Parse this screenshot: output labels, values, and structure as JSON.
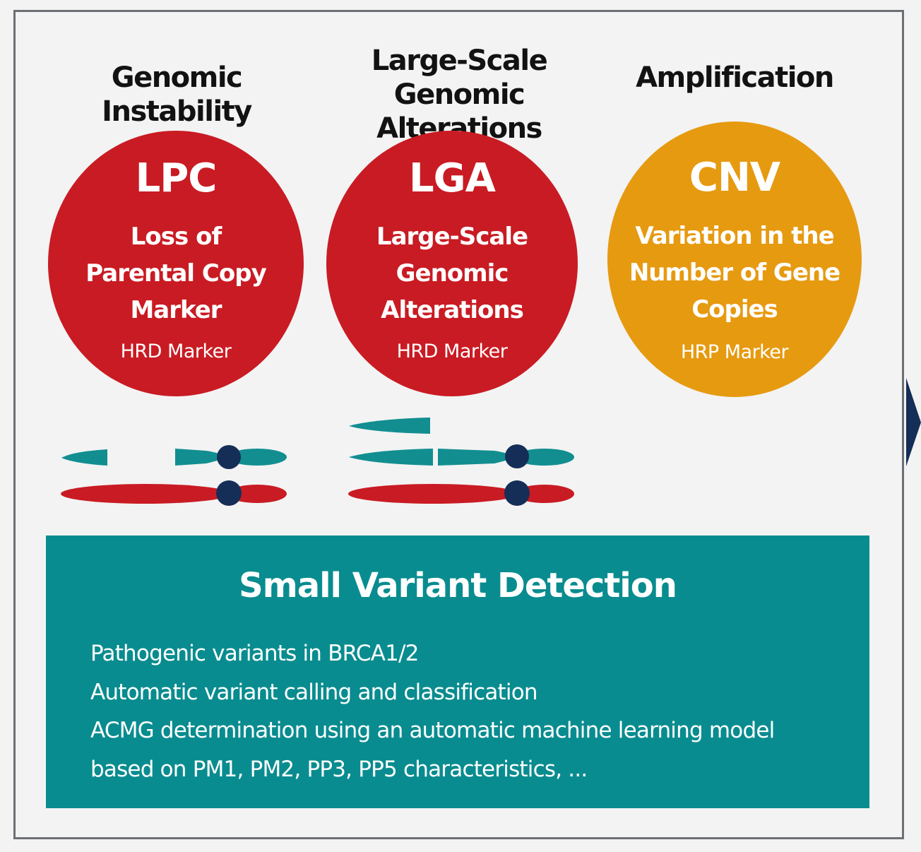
{
  "columns": [
    {
      "heading": "Genomic Instability",
      "abbr": "LPC",
      "full_name": "Loss of\nParental Copy\nMarker",
      "marker": "HRD Marker",
      "color": "#c91b23"
    },
    {
      "heading": "Large-Scale\nGenomic Alterations",
      "abbr": "LGA",
      "full_name": "Large-Scale\nGenomic\nAlterations",
      "marker": "HRD Marker",
      "color": "#c91b23"
    },
    {
      "heading": "Amplification",
      "abbr": "CNV",
      "full_name": "Variation in the\nNumber of Gene\nCopies",
      "marker": "HRP Marker",
      "color": "#e69a10"
    }
  ],
  "chromosome_colors": {
    "teal": "#128e91",
    "red": "#c91b23",
    "centromere": "#152e57"
  },
  "small_variant_detection": {
    "title": "Small Variant Detection",
    "items": [
      "Pathogenic variants in BRCA1/2",
      "Automatic variant calling and classification",
      "ACMG determination using an automatic machine learning model",
      "based on PM1, PM2, PP3, PP5 characteristics, ..."
    ],
    "color": "#098c8f"
  },
  "frame_color": "#6c6f74",
  "arrow_color": "#152e57"
}
